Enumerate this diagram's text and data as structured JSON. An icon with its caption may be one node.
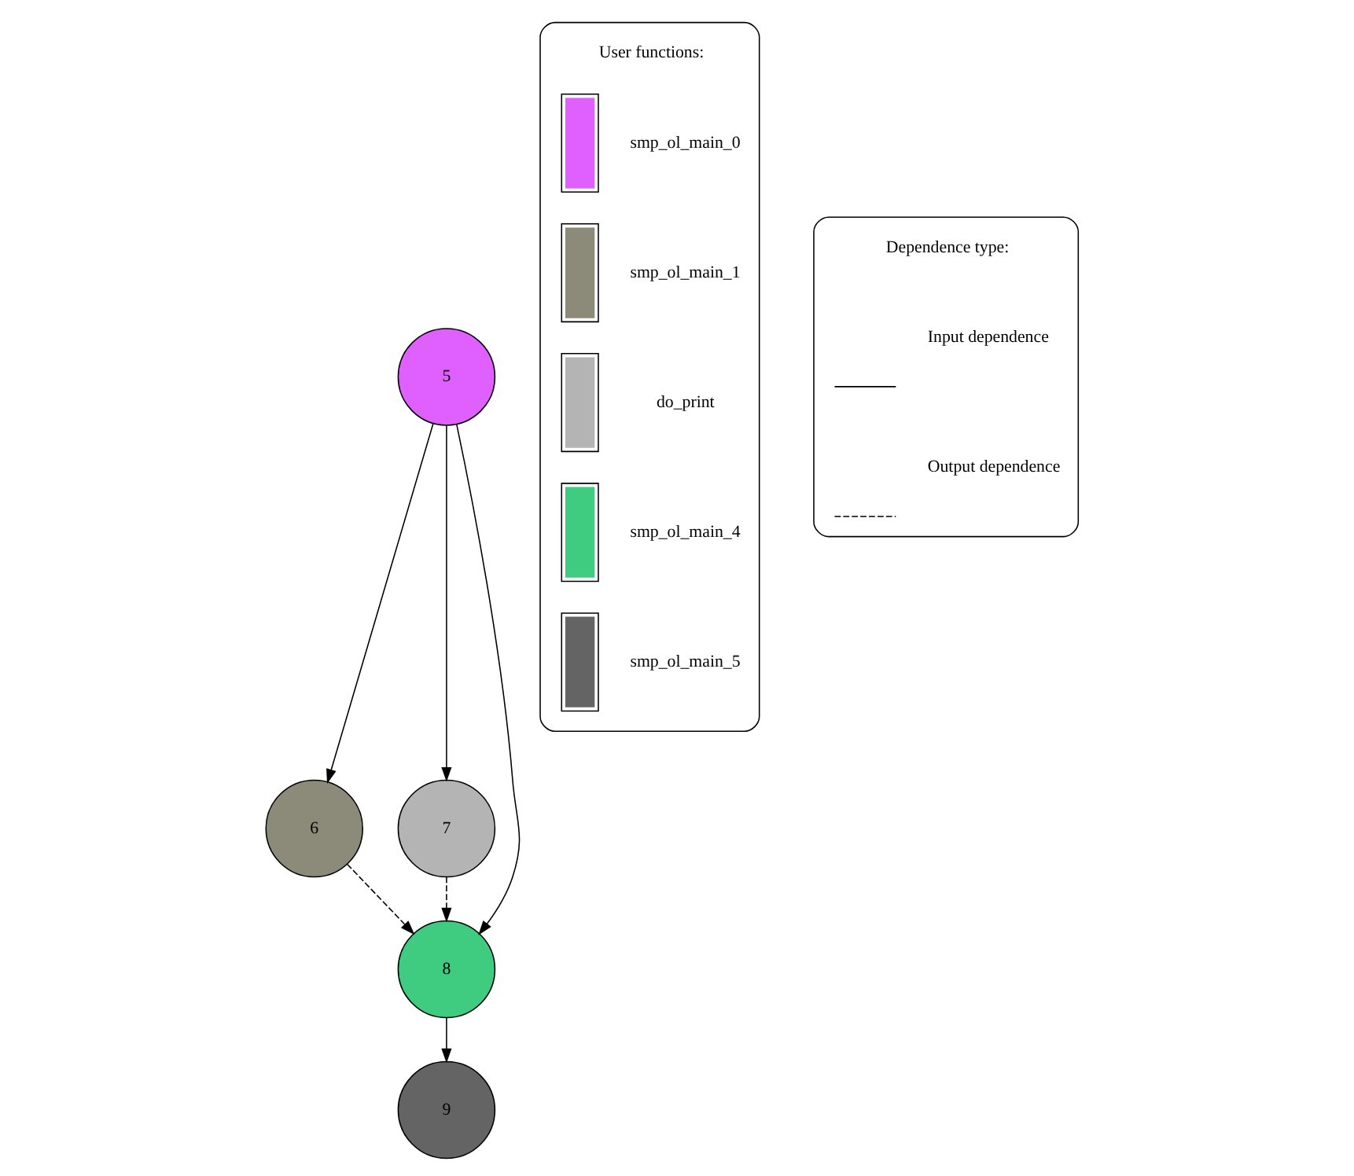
{
  "diagram": {
    "nodes": [
      {
        "text": [
          "5"
        ]
      },
      {
        "text": [
          "6"
        ]
      },
      {
        "text": [
          "7"
        ]
      },
      {
        "text": [
          "8"
        ]
      },
      {
        "text": [
          "9"
        ]
      }
    ],
    "edges": [
      {
        "from": 0,
        "to": 1,
        "arrow": "to"
      },
      {
        "from": 0,
        "to": 2,
        "arrow": "to"
      },
      {
        "from": 0,
        "to": 3,
        "arrow": "to"
      },
      {
        "from": 1,
        "to": 3,
        "arrow": "to",
        "style": "dashed"
      },
      {
        "from": 2,
        "to": 3,
        "arrow": "to",
        "style": "dashed"
      },
      {
        "from": 3,
        "to": 4,
        "arrow": "to"
      }
    ],
    "labels": [
      "User functions:",
      "Dependence type:"
    ],
    "legend": [
      {
        "text": "smp_ol_main_0",
        "color": "#df5fff"
      },
      {
        "text": "smp_ol_main_1",
        "color": "#8c8a78"
      },
      {
        "text": "do_print",
        "color": "#b4b4b4"
      },
      {
        "text": "smp_ol_main_4",
        "color": "#40cc80"
      },
      {
        "text": "smp_ol_main_5",
        "color": "#646464"
      },
      {
        "text": "Input dependence"
      },
      {
        "text": "Output dependence"
      }
    ]
  }
}
